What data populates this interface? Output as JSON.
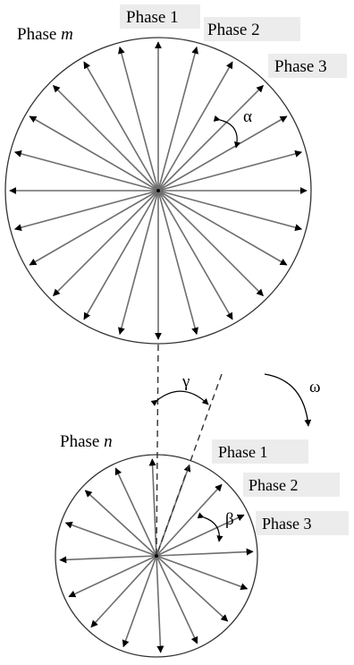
{
  "colors": {
    "phasor": "#6e6e6e",
    "arrowhead": "#000000",
    "circle": "#333333",
    "label_background": "#ececec"
  },
  "rotor_m": {
    "label_prefix": "Phase ",
    "label_variable": "m",
    "phase_labels": [
      "Phase 1",
      "Phase 2",
      "Phase 3"
    ],
    "angle_symbol": "α",
    "phasor_count": 24
  },
  "rotor_n": {
    "label_prefix": "Phase ",
    "label_variable": "n",
    "phase_labels": [
      "Phase 1",
      "Phase 2",
      "Phase 3"
    ],
    "angle_symbol": "β",
    "phasor_count": 16
  },
  "offset_angle_symbol": "γ",
  "rotation_symbol": "ω",
  "icons": {
    "rotation_direction": "curved-arrow-icon",
    "angle_marker": "arc-arrow-icon"
  }
}
